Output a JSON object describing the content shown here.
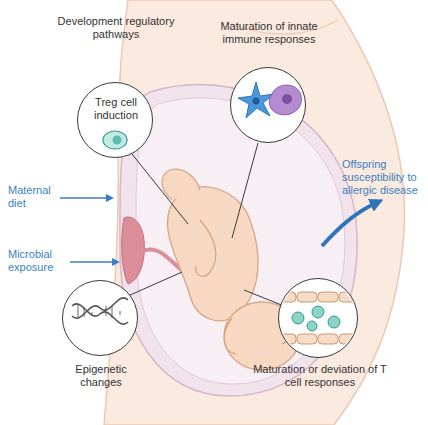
{
  "diagram": {
    "nodes": [
      {
        "text": [
          "Development regulatory pathways",
          "Treg cell induction"
        ]
      },
      {
        "text": [
          "Maturation of innate immune responses"
        ]
      },
      {
        "text": [
          "Epigenetic changes"
        ]
      },
      {
        "text": [
          "Maturation or deviation of T cell responses"
        ]
      }
    ],
    "labels": [
      "Maternal diet",
      "Microbial exposure",
      "Offspring susceptibility to allergic disease"
    ]
  }
}
